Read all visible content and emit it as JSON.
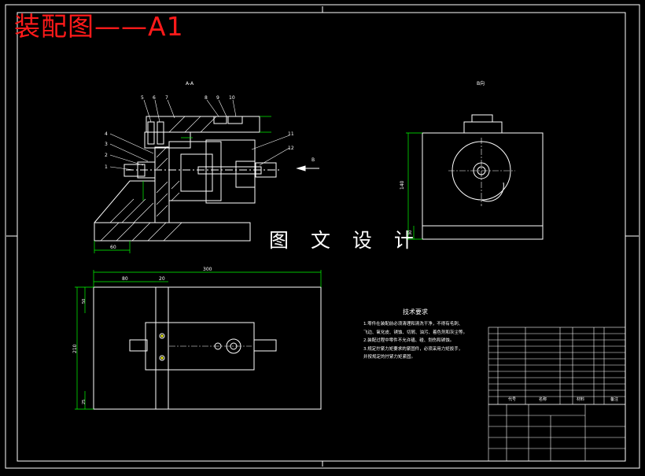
{
  "sheet": {
    "title": "装配图——A1",
    "watermark": "图 文 设 计"
  },
  "views": {
    "section_label": "A-A",
    "side_label": "B向",
    "arrow_label": "B"
  },
  "part_balloons": [
    "1",
    "2",
    "3",
    "4",
    "5",
    "6",
    "7",
    "8",
    "9",
    "10",
    "11",
    "12"
  ],
  "dimensions": {
    "top_left_60": "60",
    "top_right_140": "140",
    "top_right_30": "30",
    "plan_overall": "300",
    "plan_80": "80",
    "plan_20": "20",
    "plan_left_50": "50",
    "plan_left_210": "210",
    "plan_left_25": "25"
  },
  "tech_requirements": {
    "title": "技术要求",
    "items": [
      "1.零件在装配前必须清理和清洗干净，不得有毛刺、",
      "飞边、氧化皮、锈蚀、切屑、油污、着色剂和灰尘等。",
      "2.装配过程中零件不允许磕、碰、划伤和锈蚀。",
      "3.规定拧紧力矩要求的紧固件，必须采用力矩扳手，",
      "并按规定的拧紧力矩紧固。"
    ]
  },
  "title_block": {
    "header_code": "代号",
    "header_name": "名称",
    "header_material": "材料",
    "header_remark": "备注"
  },
  "colors": {
    "background": "#000000",
    "lines": "#ffffff",
    "dimension": "#00ff00",
    "title": "#ff1a1a",
    "accent": "#ffff00"
  }
}
